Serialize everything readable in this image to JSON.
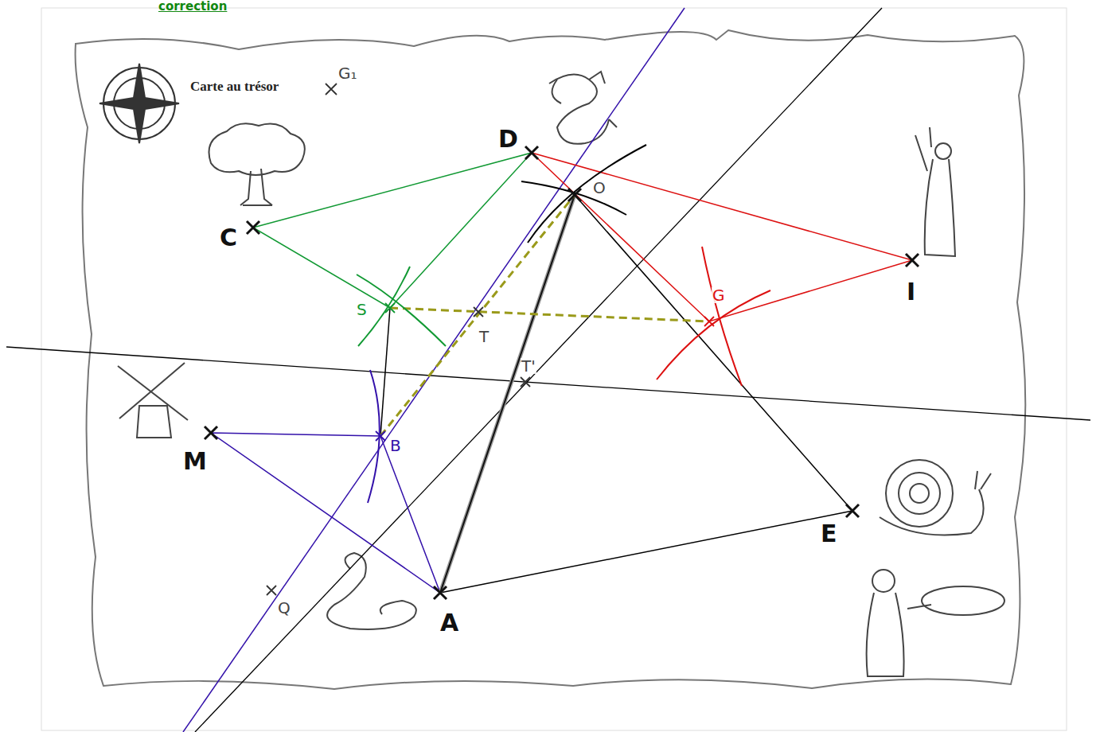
{
  "diagram": {
    "labels": [
      "correction",
      "Carte au trésor",
      "G₁",
      "D",
      "O",
      "C",
      "S",
      "T",
      "G",
      "I",
      "T'",
      "M",
      "B",
      "E",
      "Q",
      "A"
    ]
  }
}
